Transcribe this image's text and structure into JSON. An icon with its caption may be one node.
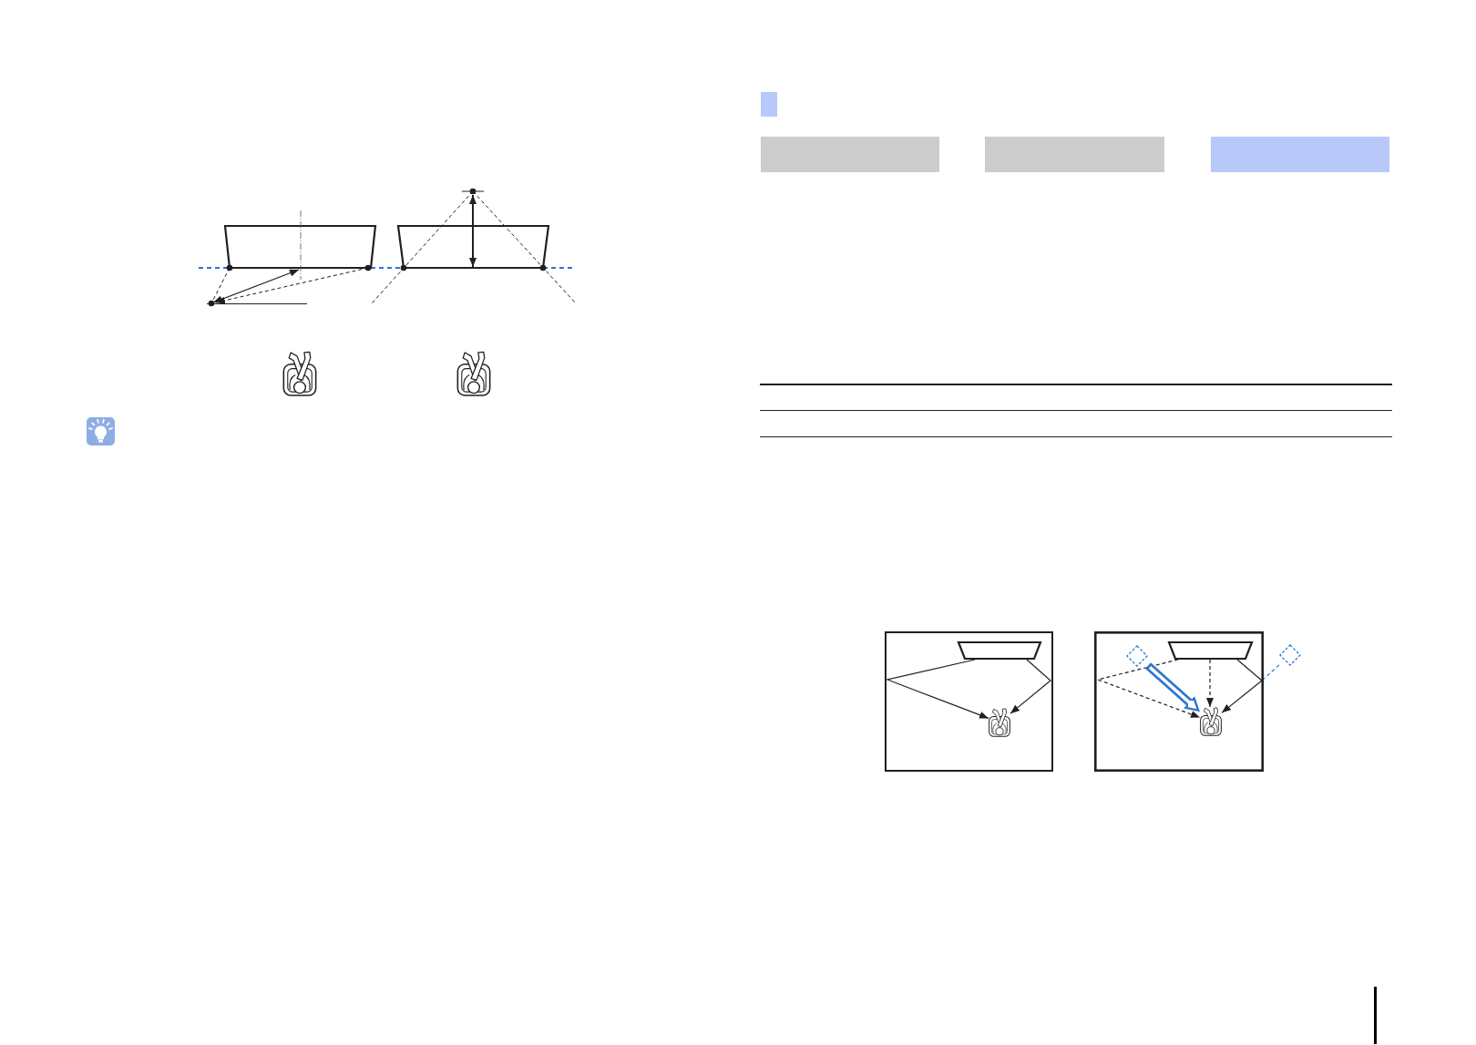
{
  "diagram": {
    "nodes": [
      {
        "text": [],
        "shape": "bar"
      },
      {
        "text": [],
        "shape": "bar"
      },
      {
        "text": [],
        "shape": "bar"
      },
      {
        "text": [],
        "shape": "box"
      },
      {
        "text": [],
        "shape": "trapezoid",
        "in": 3
      },
      {
        "text": [],
        "shape": "person",
        "in": 3
      },
      {
        "text": [],
        "shape": "box"
      },
      {
        "text": [],
        "shape": "diamond",
        "in": 6
      },
      {
        "text": [],
        "shape": "trapezoid",
        "in": 6
      },
      {
        "text": [],
        "shape": "person",
        "in": 6
      },
      {
        "text": [],
        "shape": "diamond"
      }
    ],
    "edges": [
      {
        "from": 4,
        "to": 5,
        "arrow": "to"
      },
      {
        "from": 4,
        "to": 5,
        "arrow": "to"
      },
      {
        "from": 8,
        "to": 9,
        "arrow": "to",
        "style": "dashed"
      },
      {
        "from": 8,
        "to": 9,
        "arrow": "to",
        "style": "dashed"
      },
      {
        "from": 7,
        "to": 9,
        "arrow": "to",
        "style": "thick",
        "color": "#2a78d0"
      },
      {
        "from": 8,
        "to": 9,
        "arrow": "to"
      },
      {
        "from": 10,
        "to": 6,
        "arrow": "none",
        "style": "dashed",
        "color": "#2a78d0"
      }
    ]
  }
}
